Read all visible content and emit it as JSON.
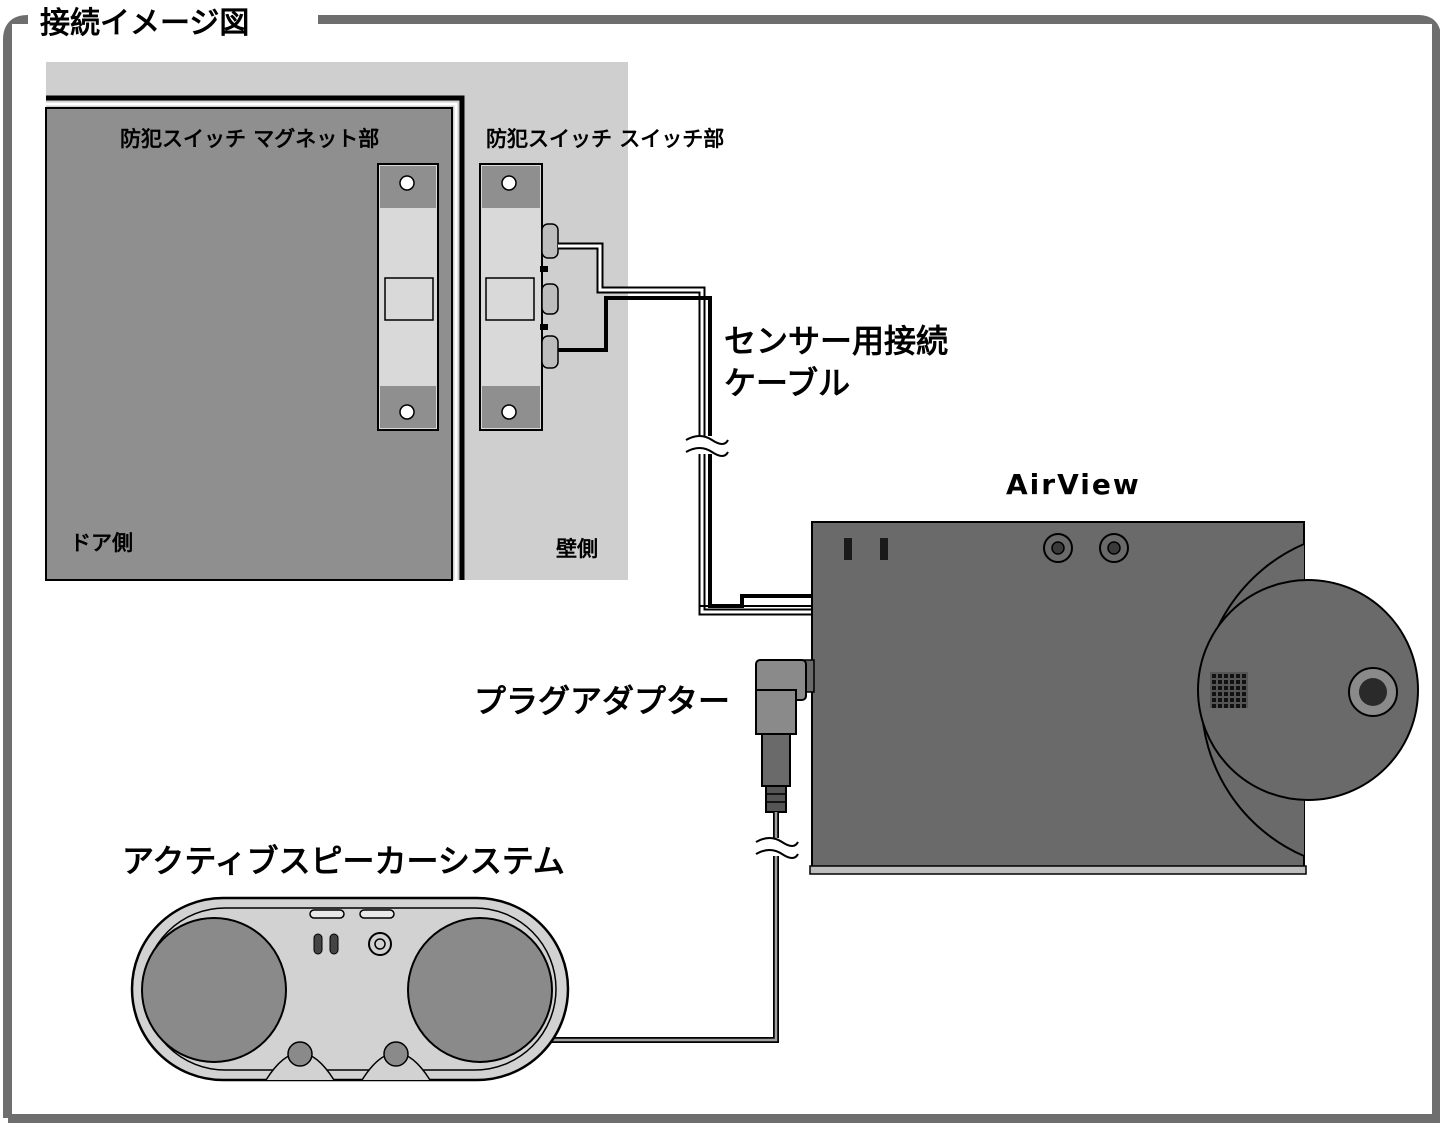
{
  "title": "接続イメージ図",
  "labels": {
    "magnet_part": "防犯スイッチ マグネット部",
    "switch_part": "防犯スイッチ スイッチ部",
    "door_side": "ドア側",
    "wall_side": "壁側",
    "cable_line1": "センサー用接続",
    "cable_line2": "ケーブル",
    "airview": "AirView",
    "plug_adapter": "プラグアダプター",
    "speaker_system": "アクティブスピーカーシステム"
  },
  "colors": {
    "frame": "#6e6e6e",
    "wall": "#cfcfcf",
    "door": "#8f8f8f",
    "device": "#6a6a6a",
    "device_dark": "#3a3a3a",
    "light": "#d9d9d9",
    "speaker_body": "#d2d2d2",
    "speaker_cone": "#8a8a8a"
  }
}
